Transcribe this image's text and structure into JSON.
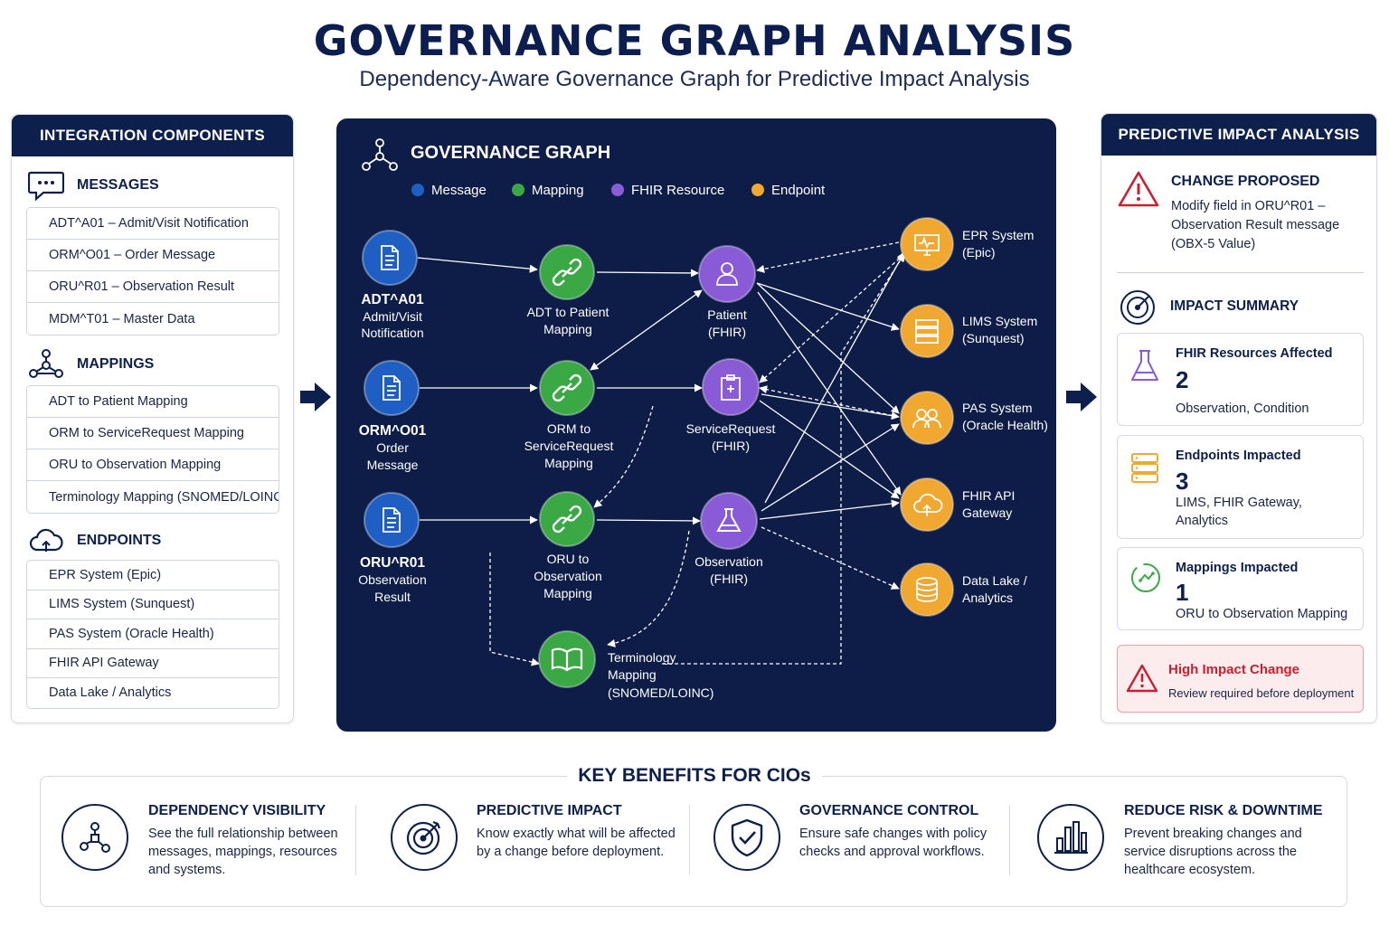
{
  "title": "GOVERNANCE GRAPH ANALYSIS",
  "subtitle": "Dependency-Aware Governance Graph for Predictive Impact Analysis",
  "left": {
    "header": "INTEGRATION COMPONENTS",
    "messages": {
      "title": "MESSAGES",
      "items": [
        "ADT^A01 – Admit/Visit Notification",
        "ORM^O01 – Order Message",
        "ORU^R01 – Observation Result",
        "MDM^T01 – Master Data"
      ]
    },
    "mappings": {
      "title": "MAPPINGS",
      "items": [
        "ADT to Patient Mapping",
        "ORM to ServiceRequest Mapping",
        "ORU to Observation Mapping",
        "Terminology Mapping (SNOMED/LOINC)"
      ]
    },
    "endpoints": {
      "title": "ENDPOINTS",
      "items": [
        "EPR System (Epic)",
        "LIMS System (Sunquest)",
        "PAS System (Oracle Health)",
        "FHIR API Gateway",
        "Data Lake / Analytics"
      ]
    }
  },
  "graph": {
    "title": "GOVERNANCE GRAPH",
    "legend": [
      {
        "label": "Message",
        "color": "#1f5fc4"
      },
      {
        "label": "Mapping",
        "color": "#3aa844"
      },
      {
        "label": "FHIR Resource",
        "color": "#8a5bd6"
      },
      {
        "label": "Endpoint",
        "color": "#f0a830"
      }
    ],
    "messages": [
      {
        "code": "ADT^A01",
        "line1": "Admit/Visit",
        "line2": "Notification"
      },
      {
        "code": "ORM^O01",
        "line1": "Order",
        "line2": "Message"
      },
      {
        "code": "ORU^R01",
        "line1": "Observation",
        "line2": "Result"
      }
    ],
    "mappings": [
      {
        "lines": [
          "ADT to Patient",
          "Mapping"
        ]
      },
      {
        "lines": [
          "ORM to",
          "ServiceRequest",
          "Mapping"
        ]
      },
      {
        "lines": [
          "ORU to",
          "Observation",
          "Mapping"
        ]
      },
      {
        "lines": [
          "Terminology",
          "Mapping",
          "(SNOMED/LOINC)"
        ]
      }
    ],
    "resources": [
      {
        "lines": [
          "Patient",
          "(FHIR)"
        ]
      },
      {
        "lines": [
          "ServiceRequest",
          "(FHIR)"
        ]
      },
      {
        "lines": [
          "Observation",
          "(FHIR)"
        ]
      }
    ],
    "endpoints": [
      {
        "lines": [
          "EPR System",
          "(Epic)"
        ]
      },
      {
        "lines": [
          "LIMS System",
          "(Sunquest)"
        ]
      },
      {
        "lines": [
          "PAS System",
          "(Oracle Health)"
        ]
      },
      {
        "lines": [
          "FHIR API",
          "Gateway"
        ]
      },
      {
        "lines": [
          "Data Lake /",
          "Analytics"
        ]
      }
    ]
  },
  "right": {
    "header": "PREDICTIVE IMPACT ANALYSIS",
    "change_title": "CHANGE PROPOSED",
    "change_desc": [
      "Modify field in ORU^R01 –",
      "Observation Result message",
      "(OBX-5 Value)"
    ],
    "summary_title": "IMPACT SUMMARY",
    "cards": [
      {
        "title": "FHIR Resources Affected",
        "count": "2",
        "desc": [
          "Observation, Condition"
        ]
      },
      {
        "title": "Endpoints Impacted",
        "count": "3",
        "desc": [
          "LIMS, FHIR Gateway,",
          "Analytics"
        ]
      },
      {
        "title": "Mappings Impacted",
        "count": "1",
        "desc": [
          "ORU to Observation Mapping"
        ]
      }
    ],
    "alert_title": "High Impact Change",
    "alert_desc": "Review required before deployment"
  },
  "benefits": {
    "title": "KEY BENEFITS FOR CIOs",
    "items": [
      {
        "title": "DEPENDENCY VISIBILITY",
        "desc": [
          "See the full relationship between",
          "messages, mappings, resources",
          "and systems."
        ]
      },
      {
        "title": "PREDICTIVE IMPACT",
        "desc": [
          "Know exactly what will be affected",
          "by a change before deployment."
        ]
      },
      {
        "title": "GOVERNANCE CONTROL",
        "desc": [
          "Ensure safe changes with policy",
          "checks and approval workflows."
        ]
      },
      {
        "title": "REDUCE RISK & DOWNTIME",
        "desc": [
          "Prevent breaking changes and",
          "service disruptions across the",
          "healthcare ecosystem."
        ]
      }
    ]
  }
}
